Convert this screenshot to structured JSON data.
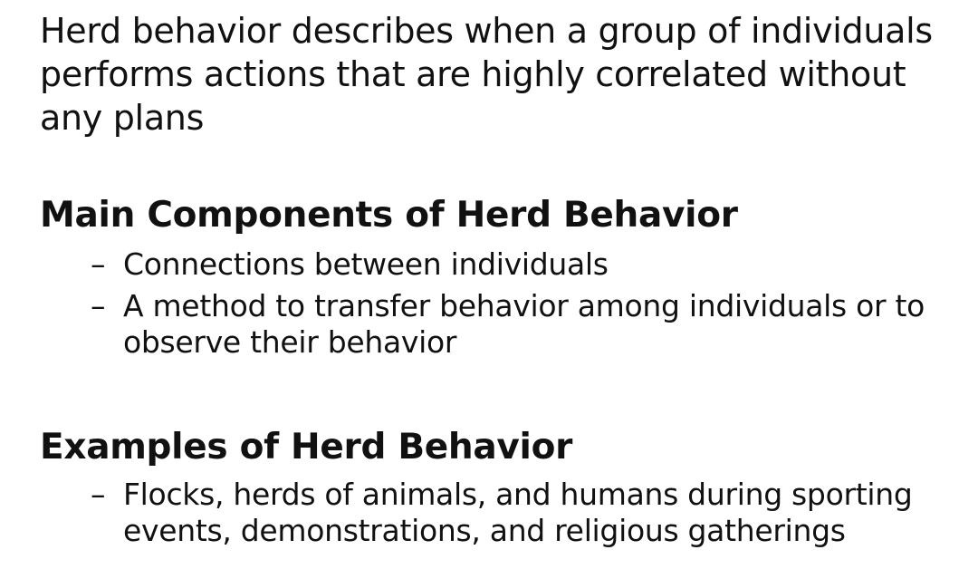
{
  "intro": "Herd behavior describes when a group of individuals performs actions that are highly correlated without any plans",
  "sections": [
    {
      "heading": "Main Components of Herd Behavior",
      "bullets": [
        "Connections between individuals",
        "A method to transfer behavior among individuals or to observe their behavior"
      ]
    },
    {
      "heading": "Examples of Herd Behavior",
      "bullets": [
        "Flocks, herds of animals, and humans during sporting events, demonstrations, and religious gatherings"
      ]
    }
  ],
  "bullet_marker": "–"
}
